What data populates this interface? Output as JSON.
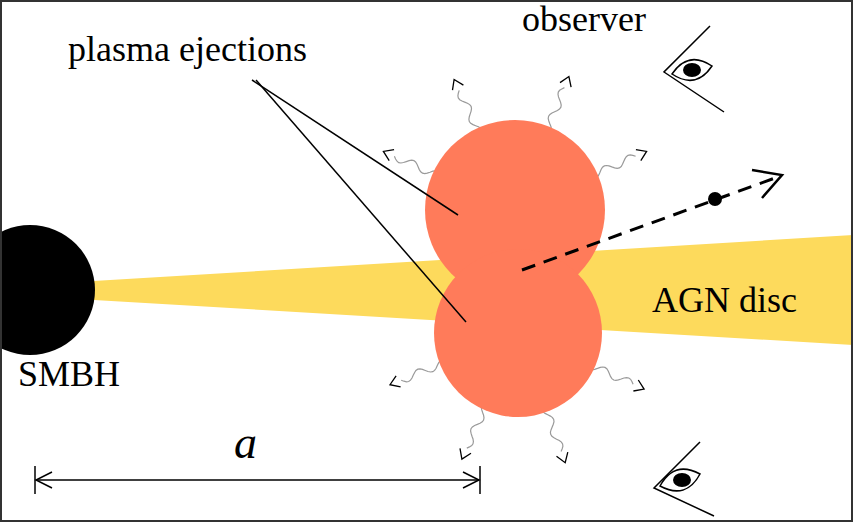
{
  "diagram": {
    "nodes": [
      {
        "text": [
          "SMBH"
        ]
      },
      {
        "text": [
          "AGN disc"
        ]
      }
    ],
    "labels": [
      "plasma ejections",
      "observer",
      "a"
    ]
  }
}
